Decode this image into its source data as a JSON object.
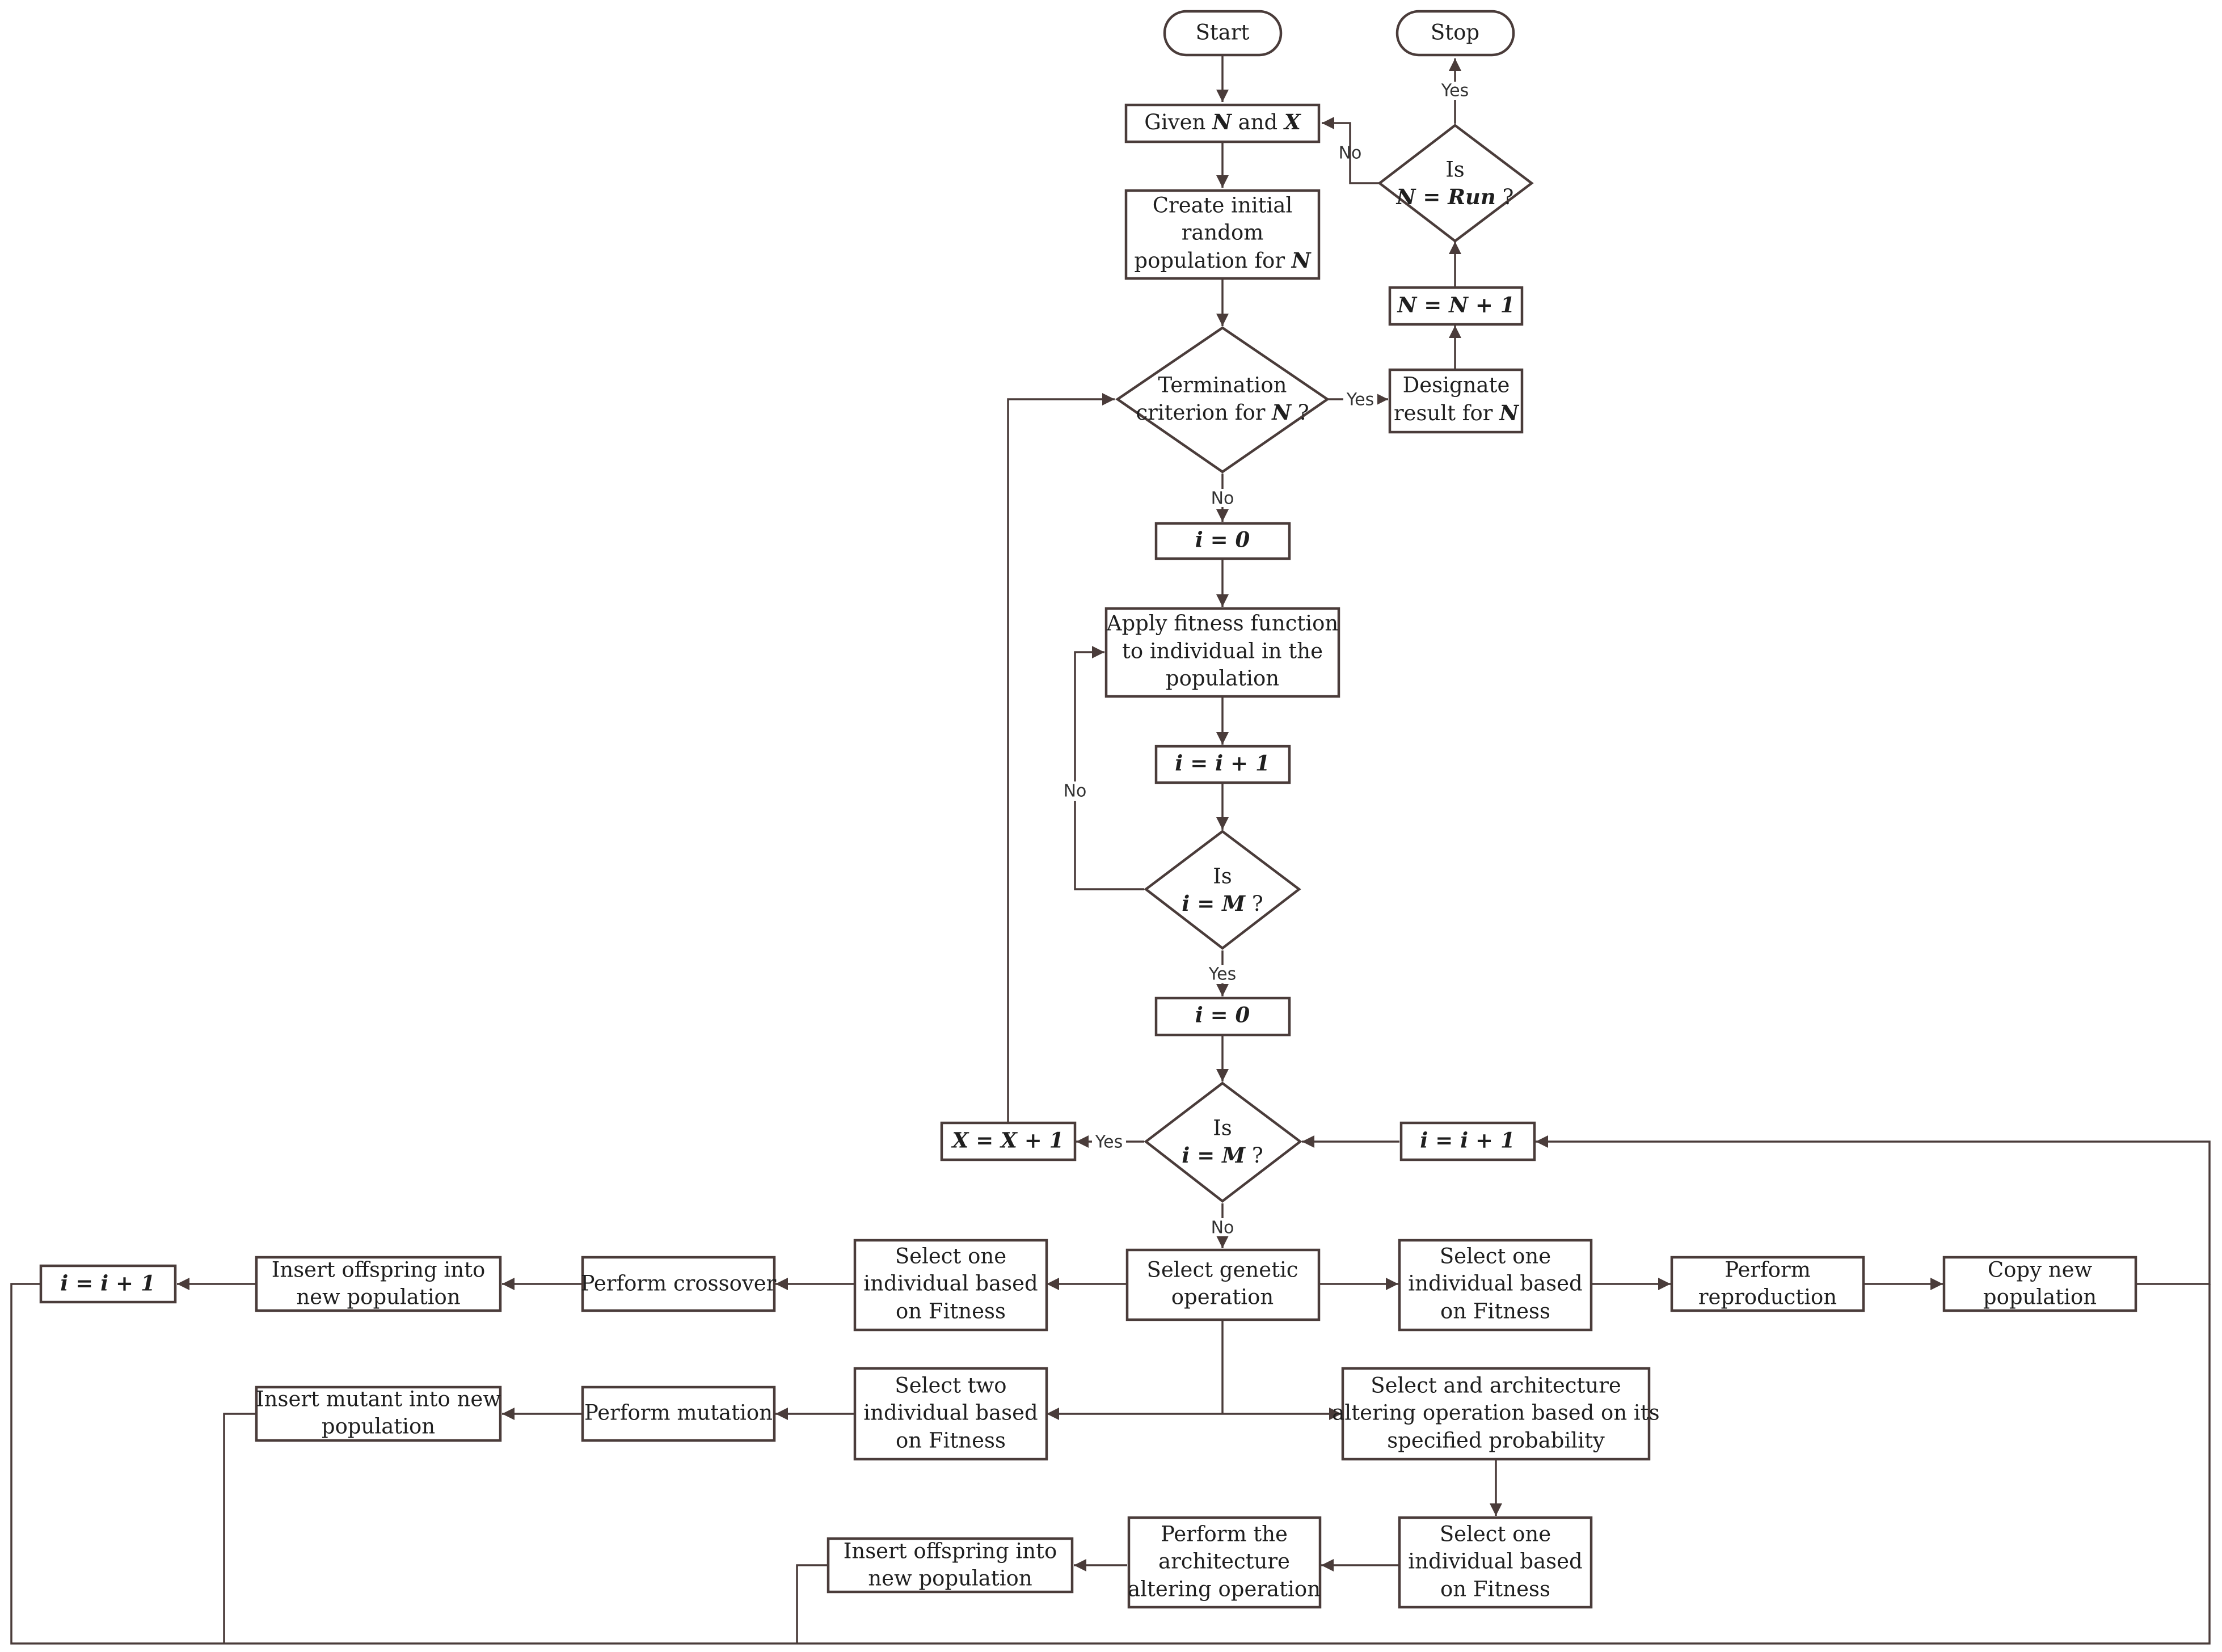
{
  "nodes": {
    "start": "Start",
    "stop": "Stop",
    "given": {
      "prefix": "Given ",
      "n": "N",
      "mid": " and ",
      "x": "X"
    },
    "create": {
      "line1": "Create initial",
      "line2": "random",
      "line3_prefix": "population for ",
      "line3_var": "N"
    },
    "termination": {
      "line1": "Termination",
      "line2_prefix": "criterion for ",
      "line2_var": "N",
      "line2_suffix": " ?"
    },
    "designate": {
      "line1": "Designate",
      "line2_prefix": "result for ",
      "line2_var": "N"
    },
    "n_inc": "N = N + 1",
    "is_run": {
      "line1": "Is",
      "line2_var": "N = Run",
      "line2_suffix": " ?"
    },
    "i0_a": "i = 0",
    "apply_fitness": {
      "line1": "Apply fitness function",
      "line2": "to individual in the",
      "line3": "population"
    },
    "i_inc_a": "i = i + 1",
    "is_m_a": {
      "line1": "Is",
      "line2_var": "i = M",
      "line2_suffix": " ?"
    },
    "i0_b": "i = 0",
    "is_m_b": {
      "line1": "Is",
      "line2_var": "i = M",
      "line2_suffix": " ?"
    },
    "x_inc": "X = X + 1",
    "i_inc_right": "i = i + 1",
    "select_genetic": {
      "line1": "Select genetic",
      "line2": "operation"
    },
    "select_one_left": {
      "line1": "Select one",
      "line2": "individual based",
      "line3": "on Fitness"
    },
    "crossover": "Perform crossover",
    "insert_offspring_top": {
      "line1": "Insert offspring into",
      "line2": "new population"
    },
    "i_inc_left": "i = i + 1",
    "select_one_right": {
      "line1": "Select one",
      "line2": "individual based",
      "line3": "on Fitness"
    },
    "reproduction": {
      "line1": "Perform",
      "line2": "reproduction"
    },
    "copy_new": {
      "line1": "Copy new",
      "line2": "population"
    },
    "select_two": {
      "line1": "Select two",
      "line2": "individual based",
      "line3": "on Fitness"
    },
    "mutation": "Perform mutation",
    "insert_mutant": {
      "line1": "Insert mutant into new",
      "line2": "population"
    },
    "select_arch": {
      "line1": "Select and architecture",
      "line2": "altering operation based on its",
      "line3": "specified probability"
    },
    "select_one_bottom": {
      "line1": "Select one",
      "line2": "individual based",
      "line3": "on Fitness"
    },
    "perform_arch": {
      "line1": "Perform the",
      "line2": "architecture",
      "line3": "altering operation"
    },
    "insert_offspring_bottom": {
      "line1": "Insert offspring into",
      "line2": "new population"
    }
  },
  "edge_labels": {
    "yes": "Yes",
    "no": "No"
  }
}
